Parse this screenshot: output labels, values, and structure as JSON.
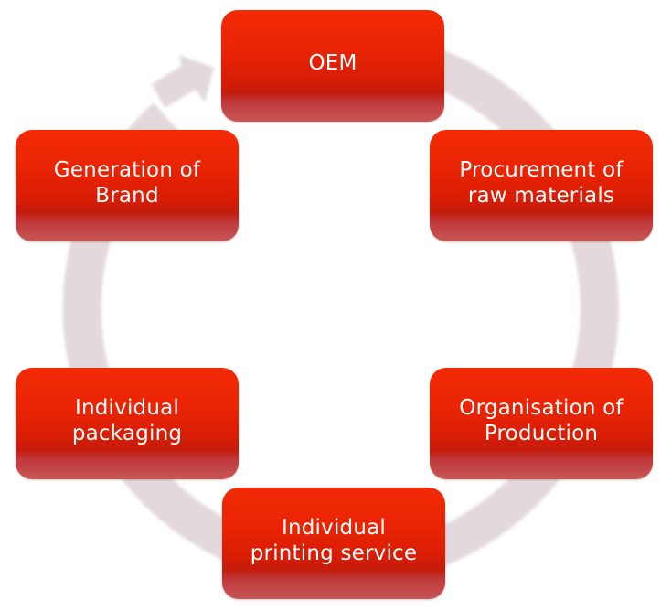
{
  "diagram": {
    "type": "cycle",
    "direction": "clockwise",
    "ring_color": "#e3d9dc",
    "box_color": "#e82504",
    "text_color": "#ffffff",
    "steps": [
      {
        "id": "oem",
        "label": "OEM"
      },
      {
        "id": "procurement",
        "label": "Procurement of\nraw materials"
      },
      {
        "id": "organisation",
        "label": "Organisation of\nProduction"
      },
      {
        "id": "printing",
        "label": "Individual\nprinting service"
      },
      {
        "id": "packaging",
        "label": "Individual\npackaging"
      },
      {
        "id": "brand",
        "label": "Generation of\nBrand"
      }
    ]
  }
}
